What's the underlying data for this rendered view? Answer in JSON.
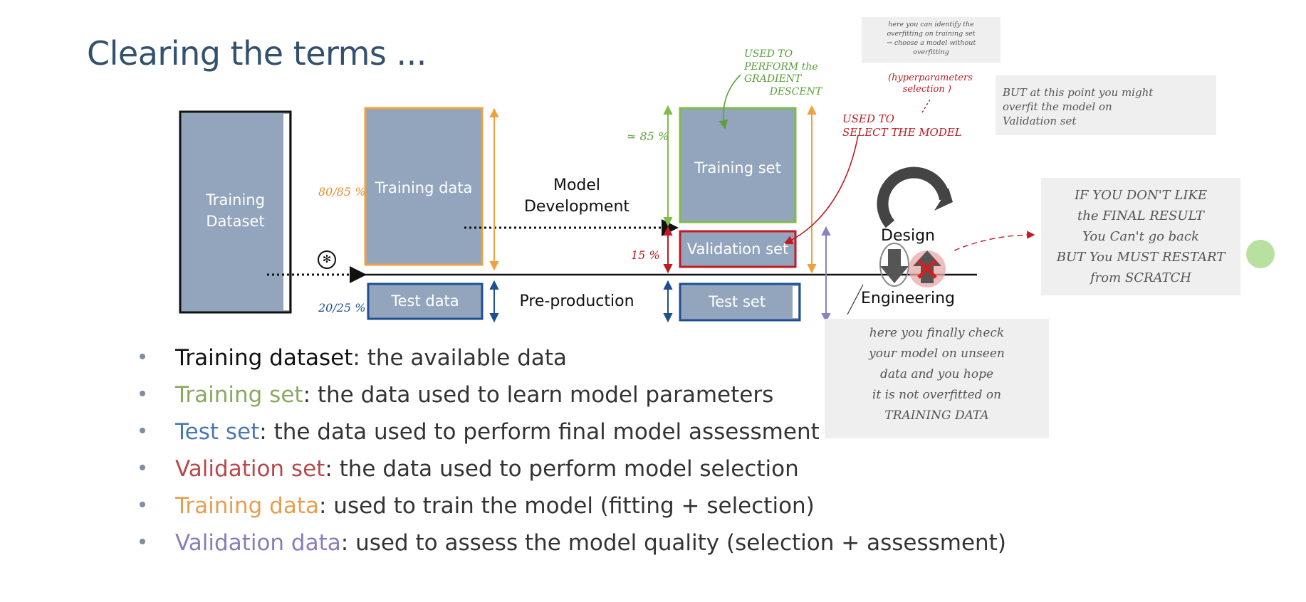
{
  "title": "Clearing the terms ...",
  "colors": {
    "box_fill": "#92a5bd",
    "training_data": "#f0a040",
    "training_set": "#80bc48",
    "validation_set": "#c01a22",
    "test": "#1d4f91",
    "validation_data": "#8c80c0",
    "note_bg": "#efefef"
  },
  "diagram": {
    "training_dataset": "Training\nDataset",
    "training_data": "Training data",
    "test_data": "Test data",
    "model_development": "Model\nDevelopment",
    "pre_production": "Pre-production",
    "training_set": "Training set",
    "validation_set": "Validation set",
    "test_set": "Test set",
    "design": "Design",
    "engineering": "Engineering",
    "pct_80_85": "80/85 %",
    "pct_20_25": "20/25 %",
    "pct_85": "≃ 85 %",
    "pct_15": "15 %",
    "asterisk": "✻"
  },
  "annotations": {
    "gradient": "USED TO\nPERFORM the\nGRADIENT\n        DESCENT",
    "select_model": "USED TO\nSELECT THE MODEL",
    "hyperparameters": "(hyperparameters\n     selection )",
    "note_overfitting_training": "here you can identify the\noverfitting on training set\n→ choose a model without\noverfitting",
    "note_overfit_validation": "BUT at this point you might\noverfit the model on\nValidation set",
    "note_restart": "IF YOU DON'T LIKE\nthe FINAL RESULT\nYou Can't go back\nBUT You MUST RESTART\nfrom SCRATCH",
    "note_final_check": "here you finally check\nyour model on unseen\ndata and you hope\nit is not overfitted on\nTRAINING DATA"
  },
  "definitions": [
    {
      "term": "Training dataset",
      "text": ": the available data",
      "color": "#111111"
    },
    {
      "term": "Training set",
      "text": ": the data used to learn model parameters",
      "color": "#8aa860"
    },
    {
      "term": "Test set",
      "text": ": the data used to perform final model assessment",
      "color": "#4a78b0"
    },
    {
      "term": "Validation set",
      "text": ": the data used to perform model selection",
      "color": "#b8484a"
    },
    {
      "term": "Training data",
      "text": ": used to train the model (fitting + selection)",
      "color": "#e4a050"
    },
    {
      "term": "Validation data",
      "text": ": used to assess the model quality (selection + assessment)",
      "color": "#8a7cb8"
    }
  ]
}
